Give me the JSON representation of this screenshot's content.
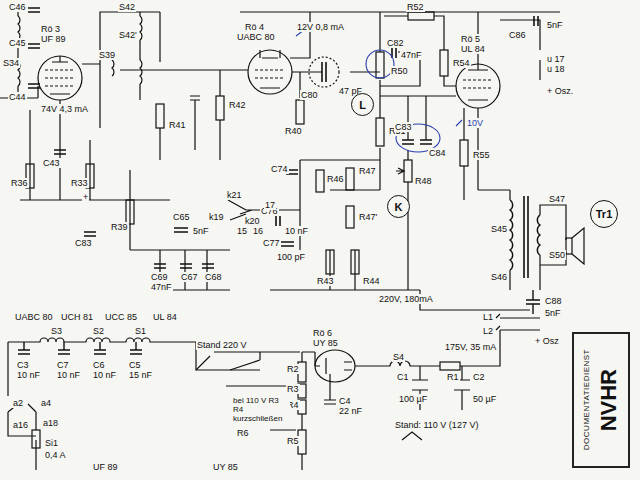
{
  "diagram": {
    "nodes": [
      {
        "text": [
          "L"
        ]
      },
      {
        "text": [
          "K"
        ]
      },
      {
        "text": [
          "Tr1"
        ]
      },
      {
        "text": [
          "DOCUMENTATIEDIENST",
          "NVHR"
        ]
      }
    ],
    "labels": [
      "C46",
      "C45",
      "S34",
      "C44",
      "Rö 3",
      "UF 89",
      "S42",
      "S42'",
      "S39",
      "74V 4,3 mA",
      "C43",
      "R36",
      "R33",
      "C83",
      "R39",
      "C65",
      "5nF",
      "C69",
      "47nF",
      "C67",
      "C68",
      "R41",
      "R42",
      "Rö 4",
      "UABC 80",
      "12V 0,8 mA",
      "C80",
      "47 pF",
      "R40",
      "R52",
      "C82",
      "47nF",
      "R50",
      "R51",
      "R54",
      "Rö 5",
      "UL 84",
      "C83",
      "C84",
      "10V",
      "R55",
      "C86",
      "5nF",
      "u 17",
      "u 18",
      "+ Osz.",
      "R48",
      "C74",
      "R46",
      "R47",
      "R47'",
      "C76",
      "10 nF",
      "C77",
      "100 pF",
      "R43",
      "R44",
      "k21",
      "k19",
      "k20",
      "17",
      "16",
      "15",
      "S45",
      "S47",
      "S46",
      "S50",
      "C88",
      "5nF",
      "220V, 180mA",
      "L1",
      "L2",
      "+ Osz",
      "175V, 35 mA",
      "R1",
      "C1",
      "100 µF",
      "C2",
      "50 µF",
      "Stand: 110 V (127 V)",
      "UABC 80",
      "UCH 81",
      "UCC 85",
      "UL 84",
      "S3",
      "S2",
      "S1",
      "C3",
      "10 nF",
      "C7",
      "10 nF",
      "C6",
      "10 nF",
      "C5",
      "15 nF",
      "a2",
      "a4",
      "a16",
      "a18",
      "Si1",
      "0,4 A",
      "UF 89",
      "UY 85",
      "Stand 220 V",
      "R2",
      "R3",
      "R4",
      "R5",
      "R6",
      "bei 110 V R3 R4 kurzschließen",
      "Rö 6",
      "UY 85",
      "C4",
      "22 nF",
      "S4",
      "+"
    ]
  }
}
